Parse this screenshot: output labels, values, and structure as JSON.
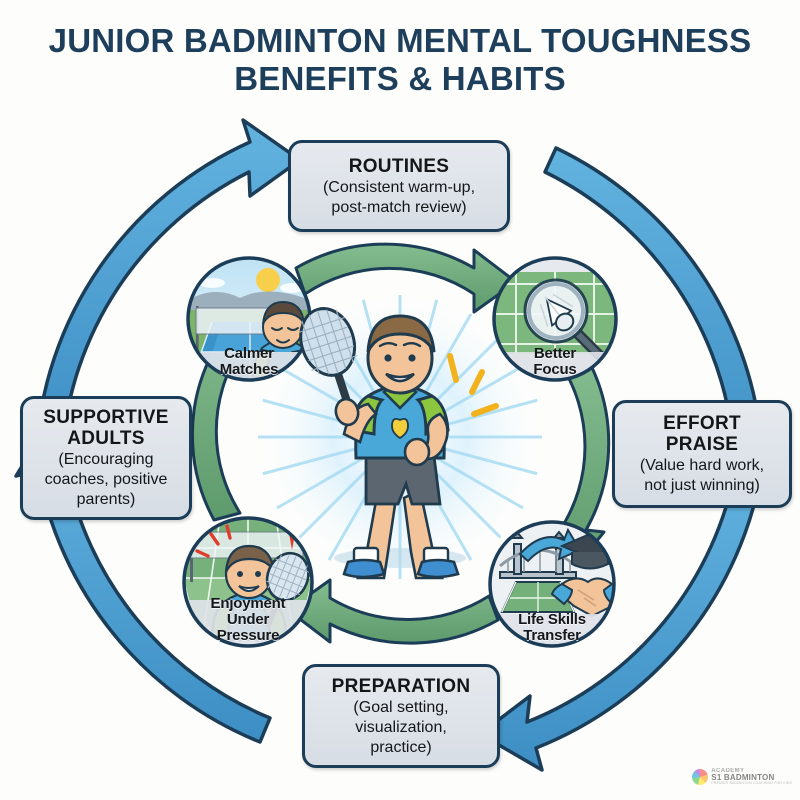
{
  "page": {
    "background_color": "#fdfdfb",
    "title_color": "#1e3f5c",
    "outer_ring_color": "#4a9fd5",
    "inner_ring_color": "#6bb07a",
    "box_border_color": "#1b3d57",
    "box_fill_color": "#dfe4ea"
  },
  "title": {
    "line1": "JUNIOR BADMINTON MENTAL TOUGHNESS",
    "line2": "BENEFITS & HABITS"
  },
  "habits": [
    {
      "id": "routines",
      "position": "top",
      "title": "ROUTINES",
      "subtitle_lines": [
        "(Consistent warm-up,",
        "post-match review)"
      ]
    },
    {
      "id": "effort-praise",
      "position": "right",
      "title_lines": [
        "EFFORT",
        "PRAISE"
      ],
      "subtitle_lines": [
        "(Value hard work,",
        "not just winning)"
      ]
    },
    {
      "id": "preparation",
      "position": "bottom",
      "title": "PREPARATION",
      "subtitle_lines": [
        "(Goal setting,",
        "visualization,",
        "practice)"
      ]
    },
    {
      "id": "supportive-adults",
      "position": "left",
      "title_lines": [
        "SUPPORTIVE",
        "ADULTS"
      ],
      "subtitle_lines": [
        "(Encouraging",
        "coaches, positive",
        "parents)"
      ]
    }
  ],
  "benefits": [
    {
      "id": "calmer-matches",
      "position": "top-left",
      "caption_lines": [
        "Calmer",
        "Matches"
      ],
      "icon": "calm-player-on-court-icon"
    },
    {
      "id": "better-focus",
      "position": "top-right",
      "caption_lines": [
        "Better",
        "Focus"
      ],
      "icon": "magnifier-shuttlecock-icon"
    },
    {
      "id": "life-skills-transfer",
      "position": "bottom-right",
      "caption_lines": [
        "Life Skills",
        "Transfer"
      ],
      "icon": "bridge-graduation-handshake-icon"
    },
    {
      "id": "enjoyment-under-pressure",
      "position": "bottom-left",
      "caption_lines": [
        "Enjoyment",
        "Under",
        "Pressure"
      ],
      "icon": "happy-player-racket-icon"
    }
  ],
  "center": {
    "illustration": "celebrating-junior-badminton-player-icon",
    "shirt_color": "#4aa8d8",
    "sleeve_color": "#8cc63f",
    "shorts_color": "#5b6670",
    "shoe_color": "#3f8fd0",
    "burst_color": "#bfe4f7"
  },
  "watermark": {
    "line1": "ACADEMY",
    "line2": "S1 BADMINTON",
    "line3": "PREMIER BADMINTON COACHING FOR KIDS"
  }
}
